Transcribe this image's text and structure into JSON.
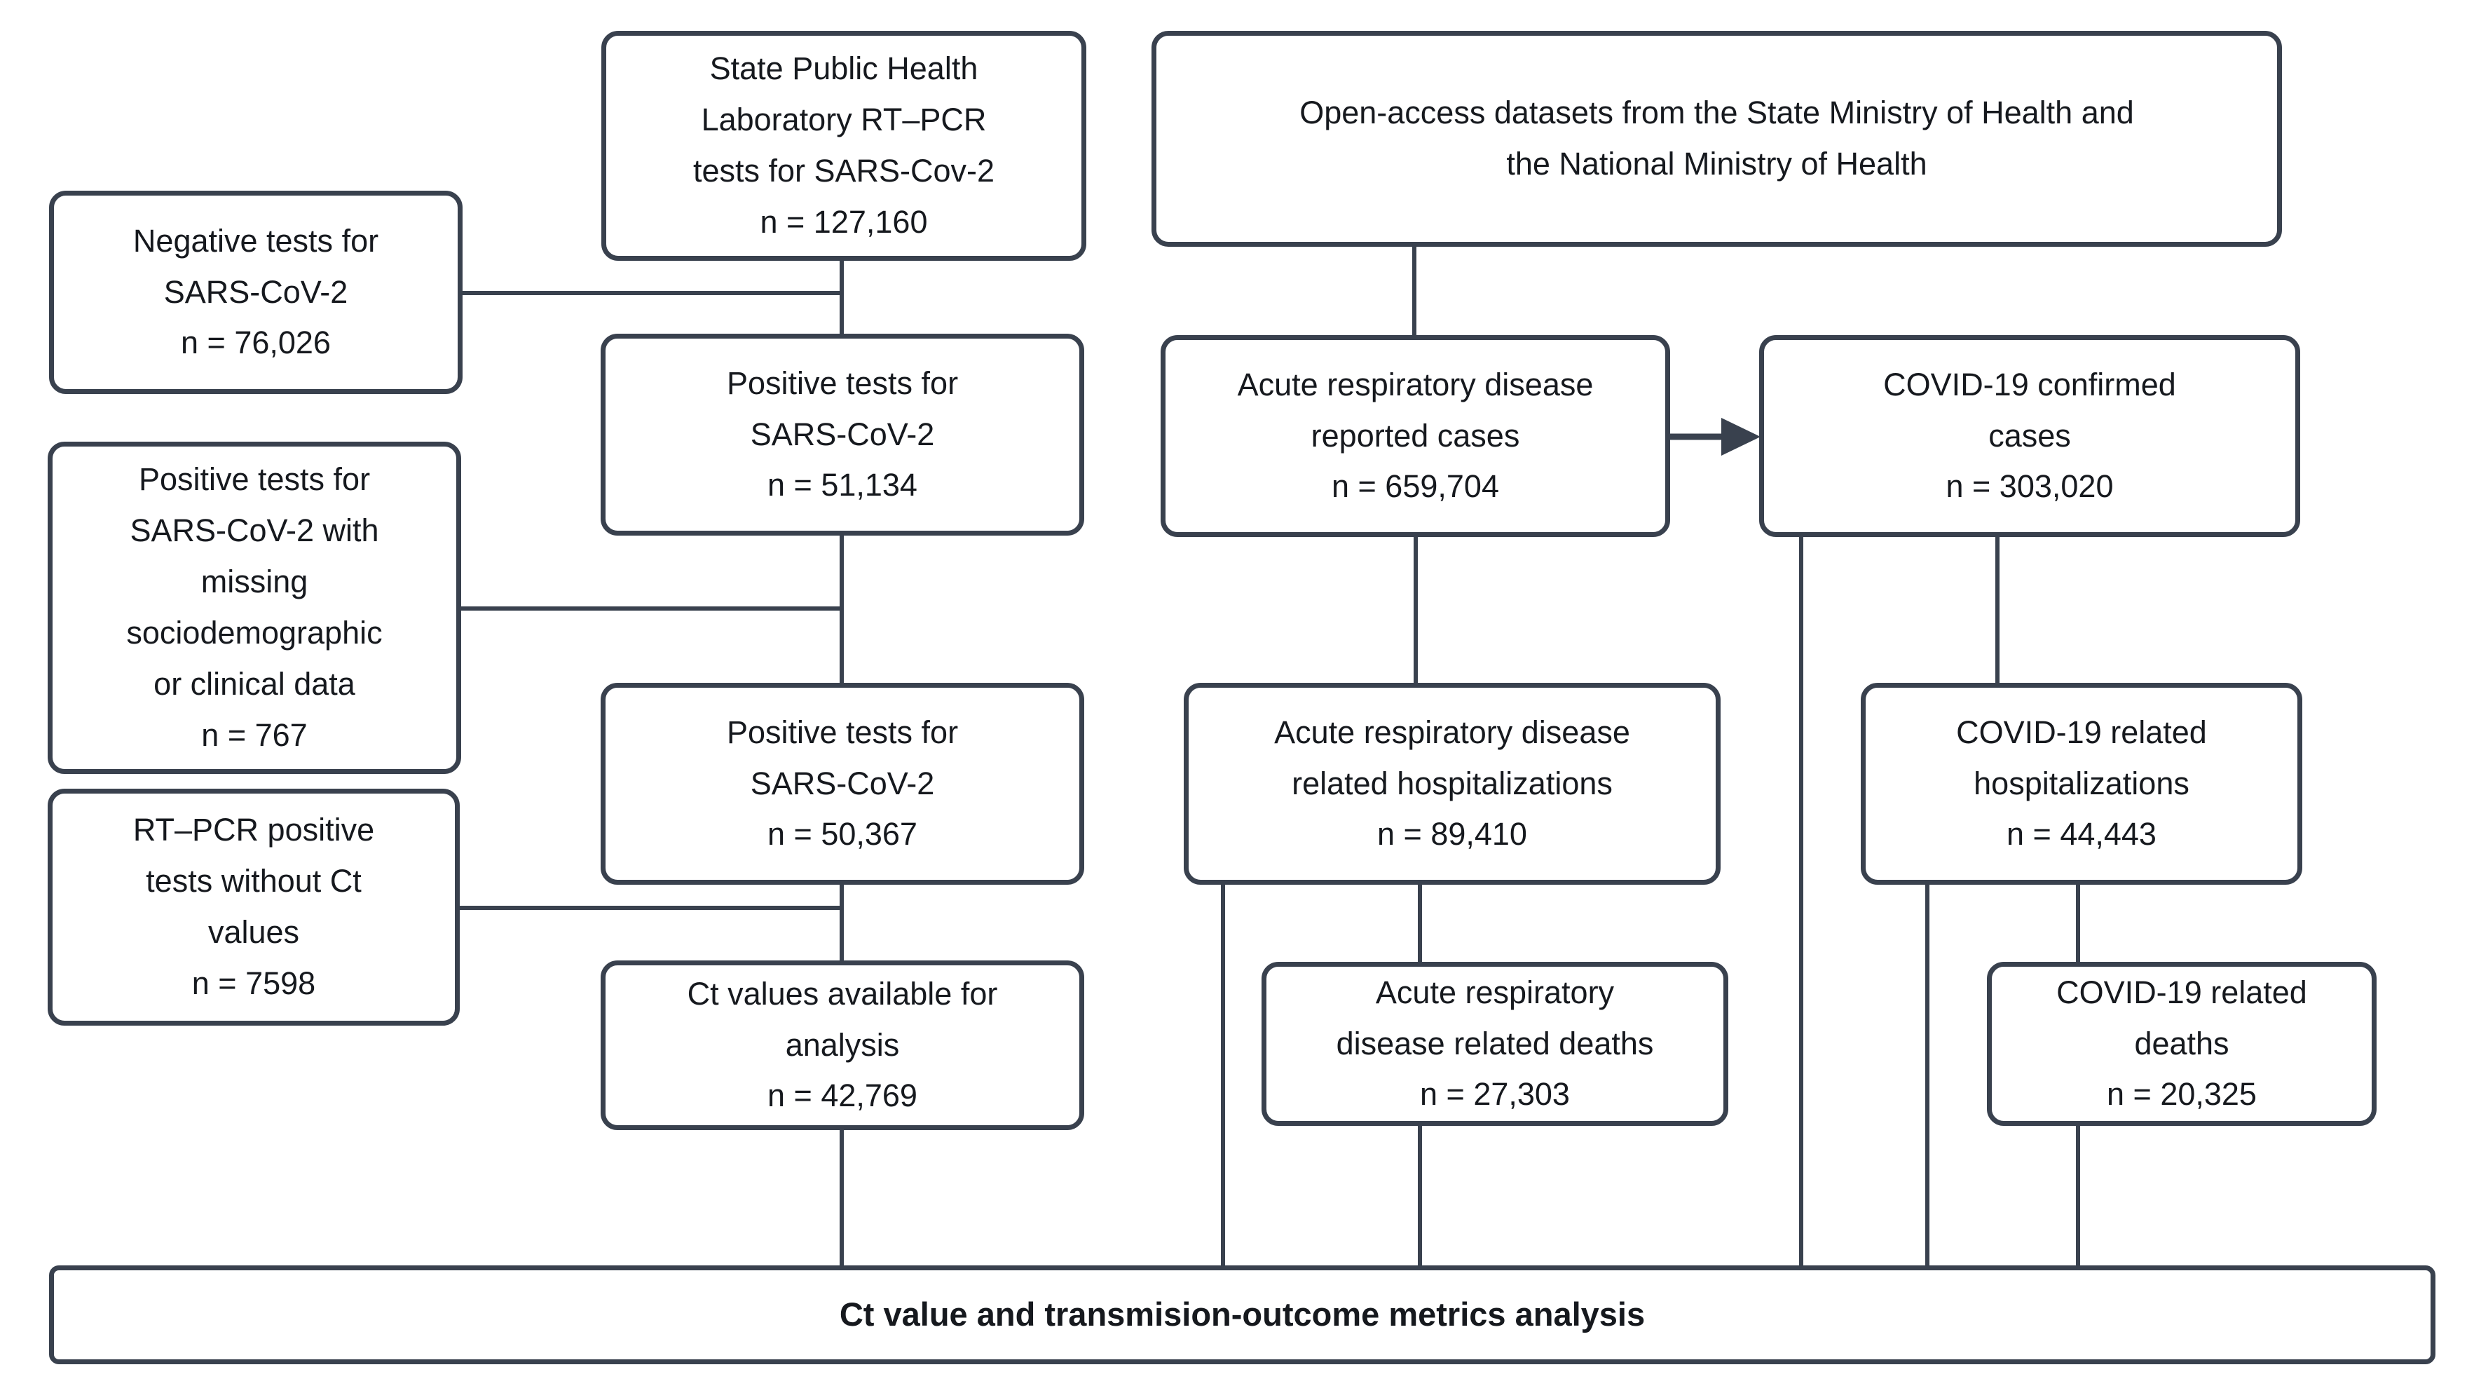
{
  "colors": {
    "line": "#39414e",
    "text": "#16191e",
    "background": "#ffffff"
  },
  "boxes": {
    "state_lab": {
      "label": "State Public Health\nLaboratory RT–PCR\ntests for SARS-Cov-2\nn = 127,160"
    },
    "open_access": {
      "label": "Open-access datasets from the State Ministry of Health and\nthe National Ministry of Health"
    },
    "negative_tests": {
      "label": "Negative tests for\nSARS-CoV-2\nn = 76,026"
    },
    "positive_tests_51134": {
      "label": "Positive tests for\nSARS-CoV-2\nn = 51,134"
    },
    "ard_reported_cases": {
      "label": "Acute respiratory disease\nreported cases\nn = 659,704"
    },
    "covid_confirmed_cases": {
      "label": "COVID-19 confirmed\ncases\nn = 303,020"
    },
    "positive_missing_data": {
      "label": "Positive tests for\nSARS-CoV-2 with\nmissing\nsociodemographic\nor clinical data\nn = 767"
    },
    "positive_tests_50367": {
      "label": "Positive tests for\nSARS-CoV-2\nn = 50,367"
    },
    "ard_hospitalizations": {
      "label": "Acute respiratory disease\nrelated hospitalizations\nn = 89,410"
    },
    "rtpcr_without_ct": {
      "label": "RT–PCR positive\ntests without Ct\nvalues\nn = 7598"
    },
    "ct_values_available": {
      "label": "Ct values available for\nanalysis\nn = 42,769"
    },
    "covid_hospitalizations": {
      "label": "COVID-19 related\nhospitalizations\nn = 44,443"
    },
    "ard_deaths": {
      "label": "Acute respiratory\ndisease related deaths\nn = 27,303"
    },
    "covid_deaths": {
      "label": "COVID-19 related\ndeaths\nn = 20,325"
    },
    "analysis_bar": {
      "label": "Ct value and transmision-outcome metrics analysis"
    }
  }
}
